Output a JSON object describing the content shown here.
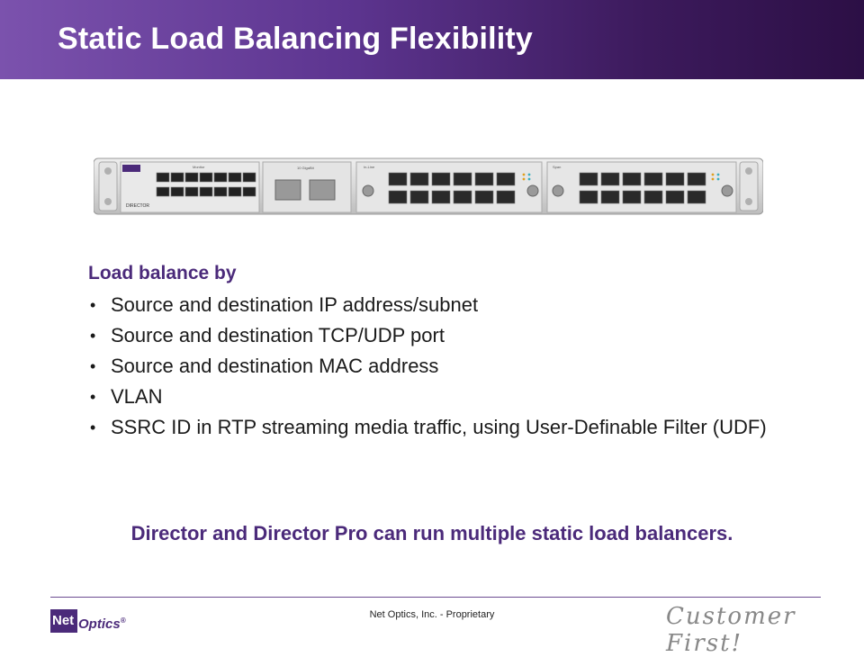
{
  "slide": {
    "title": "Static Load Balancing Flexibility",
    "section_heading": "Load balance by",
    "bullets": [
      "Source and destination IP address/subnet",
      "Source and destination TCP/UDP port",
      "Source and destination MAC address",
      "VLAN",
      "SSRC ID in RTP streaming media traffic, using User-Definable Filter (UDF)"
    ],
    "bullet_glyph": "•",
    "closing_statement": "Director and Director Pro can run multiple static load balancers."
  },
  "footer": {
    "logo_net": "Net",
    "logo_optics": "Optics",
    "logo_reg": "®",
    "proprietary": "Net Optics, Inc. - Proprietary",
    "slogan": "Customer First!"
  },
  "colors": {
    "accent_purple": "#4b2a7a",
    "title_gradient_start": "#7b52ad",
    "title_gradient_end": "#2c0f45"
  },
  "device_image": {
    "labels": [
      "Monitor",
      "10 GigaBit",
      "In-Line",
      "Span"
    ],
    "brand": "NetOptics",
    "model": "DIRECTOR"
  }
}
